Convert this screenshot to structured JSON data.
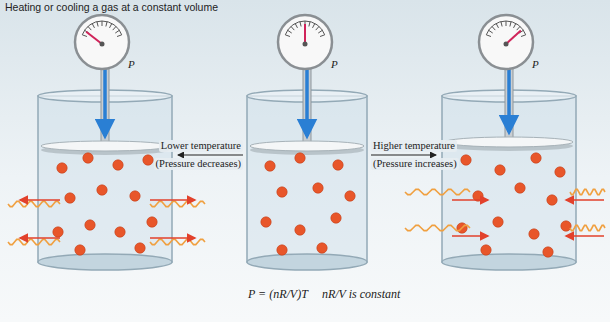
{
  "diagram": {
    "title": "Heating or cooling a gas at a constant volume",
    "nodes": [
      {
        "text": [
          "P"
        ]
      },
      {
        "text": [
          "P"
        ]
      },
      {
        "text": [
          "P"
        ]
      }
    ],
    "labels": [
      "Lower temperature",
      "(Pressure decreases)",
      "Higher temperature",
      "(Pressure increases)",
      "P = (nR/V)T",
      "nR/V is constant"
    ]
  }
}
